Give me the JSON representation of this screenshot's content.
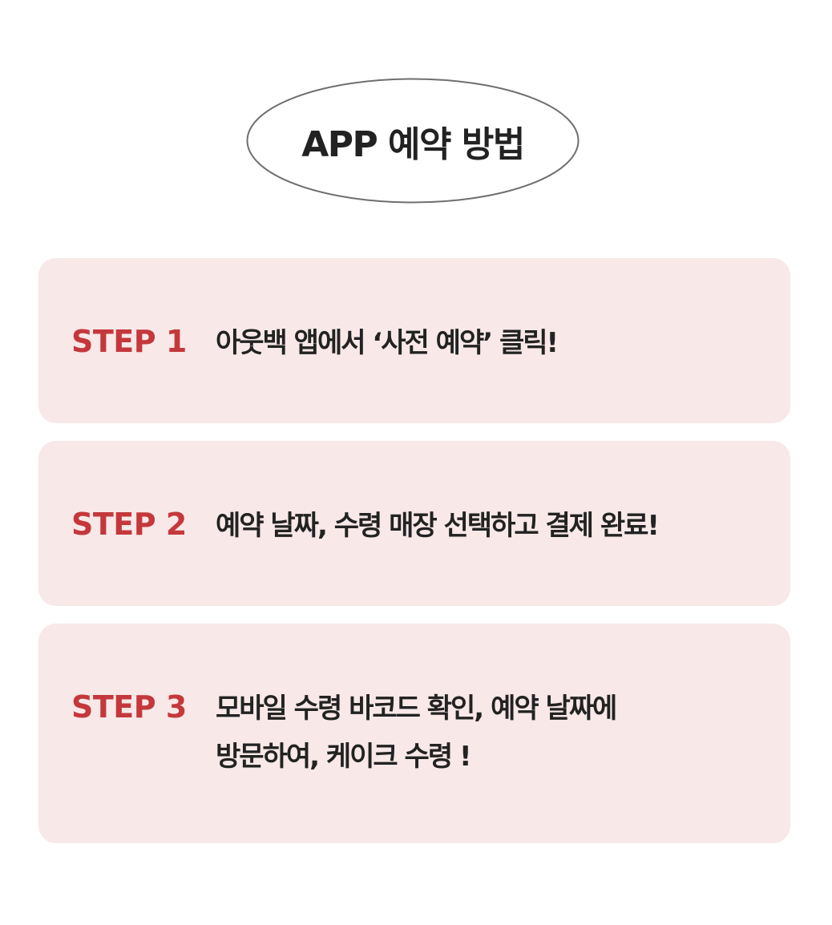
{
  "header": {
    "title": "APP 예약 방법"
  },
  "steps": [
    {
      "label": "STEP 1",
      "lines": [
        "아웃백 앱에서 ‘사전 예약’ 클릭!"
      ]
    },
    {
      "label": "STEP 2",
      "lines": [
        "예약 날짜, 수령 매장 선택하고 결제 완료!"
      ]
    },
    {
      "label": "STEP 3",
      "lines": [
        "모바일 수령 바코드 확인, 예약 날짜에",
        "방문하여, 케이크 수령 !"
      ]
    }
  ],
  "colors": {
    "accent": "#c4383c",
    "card_background": "#f8e8e8",
    "text": "#222222",
    "ellipse_stroke": "#6f6f6f"
  }
}
